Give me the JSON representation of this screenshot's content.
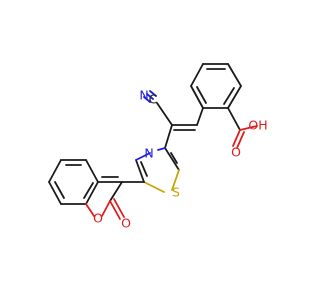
{
  "molecule": {
    "colors": {
      "carbon": "#1a1a1a",
      "nitrogen": "#1e1ee6",
      "oxygen": "#e01b1b",
      "sulfur": "#c9a400"
    },
    "labels": {
      "nitrile_carbon": "C",
      "nitrile_nitrogen": "N",
      "acid_hydroxyl": "OH",
      "acid_carbonyl_oxygen": "O",
      "thiazole_sulfur": "S",
      "thiazole_nitrogen": "N",
      "coumarin_ring_oxygen": "O",
      "coumarin_carbonyl_oxygen": "O"
    }
  }
}
